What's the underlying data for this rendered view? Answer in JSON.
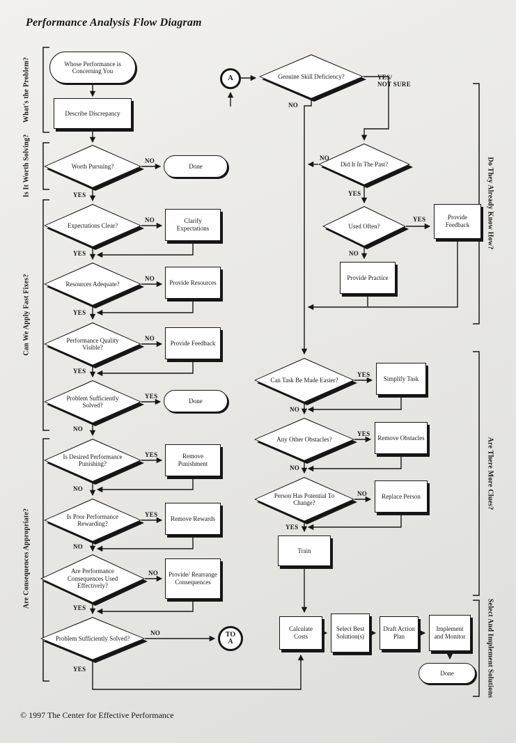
{
  "title": "Performance Analysis Flow Diagram",
  "footer": "© 1997 The Center for Effective Performance",
  "sections": {
    "left_1": "What's the Problem?",
    "left_2": "Is It Worth Solving?",
    "left_3": "Can We Apply Fast Fixes?",
    "left_4": "Are Consequences Appropriate?",
    "right_1": "Do They Already Know How?",
    "right_2": "Are There More Clues?",
    "right_3": "Select And Implement Solutions"
  },
  "labels": {
    "yes": "YES",
    "no": "NO",
    "yes_not_sure": "YES/\nNOT SURE"
  },
  "nodes": {
    "whose_performance": {
      "label": "Whose Performance is Concerning You"
    },
    "describe_discrepancy": {
      "label": "Describe Discrepancy"
    },
    "worth_pursuing": {
      "label": "Worth Pursuing?"
    },
    "done_1": {
      "label": "Done"
    },
    "expectations_clear": {
      "label": "Expectations Clear?"
    },
    "clarify_expectations": {
      "label": "Clarify Expectations"
    },
    "resources_adequate": {
      "label": "Resources Adequate?"
    },
    "provide_resources": {
      "label": "Provide Resources"
    },
    "performance_quality_visible": {
      "label": "Performance Quality Visible?"
    },
    "provide_feedback_left": {
      "label": "Provide Feedback"
    },
    "problem_solved_1": {
      "label": "Problem Sufficiently Solved?"
    },
    "done_2": {
      "label": "Done"
    },
    "desired_performance_punishing": {
      "label": "Is Desired Performance Punishing?"
    },
    "remove_punishment": {
      "label": "Remove Punishment"
    },
    "poor_performance_rewarding": {
      "label": "Is Poor Performance Rewarding?"
    },
    "remove_rewards": {
      "label": "Remove Rewards"
    },
    "consequences_used_effectively": {
      "label": "Are Performance Consequences Used Effectively?"
    },
    "provide_rearrange_consequences": {
      "label": "Provide/ Rearrange Consequences"
    },
    "problem_solved_2": {
      "label": "Problem Sufficiently Solved?"
    },
    "to_a": {
      "label": "TO\nA"
    },
    "a": {
      "label": "A"
    },
    "genuine_skill_deficiency": {
      "label": "Genuine Skill Deficiency?"
    },
    "did_it_in_past": {
      "label": "Did It In The Past?"
    },
    "used_often": {
      "label": "Used Often?"
    },
    "provide_feedback_right": {
      "label": "Provide Feedback"
    },
    "provide_practice": {
      "label": "Provide Practice"
    },
    "can_task_easier": {
      "label": "Can Task Be Made Easier?"
    },
    "simplify_task": {
      "label": "Simplify Task"
    },
    "any_other_obstacles": {
      "label": "Any Other Obstacles?"
    },
    "remove_obstacles": {
      "label": "Remove Obstacles"
    },
    "person_potential_change": {
      "label": "Person Has Potential To Change?"
    },
    "replace_person": {
      "label": "Replace Person"
    },
    "train": {
      "label": "Train"
    },
    "calculate_costs": {
      "label": "Calculate Costs"
    },
    "select_best_solutions": {
      "label": "Select Best Solution(s)"
    },
    "draft_action_plan": {
      "label": "Draft Action Plan"
    },
    "implement_monitor": {
      "label": "Implement and Monitor"
    },
    "done_3": {
      "label": "Done"
    }
  }
}
